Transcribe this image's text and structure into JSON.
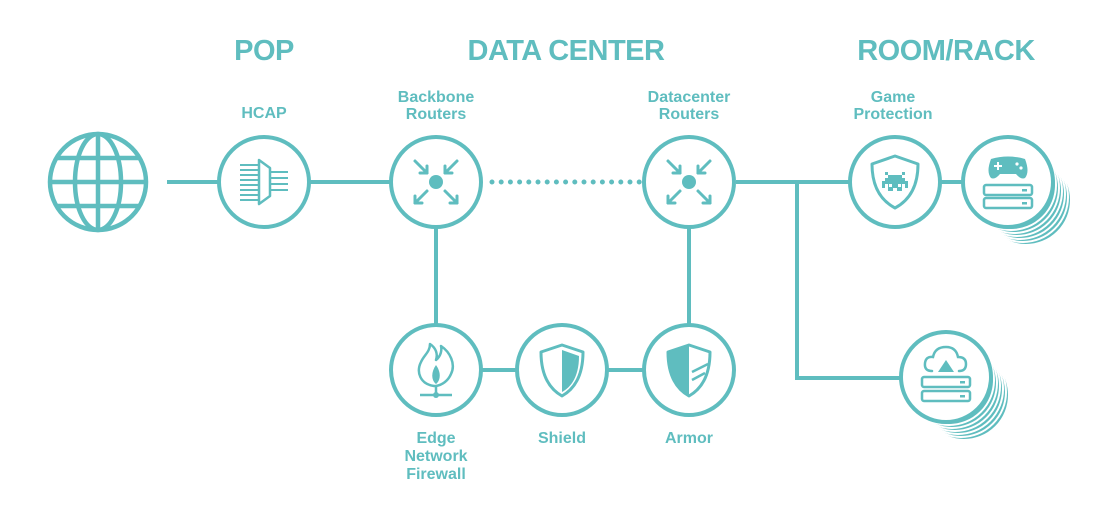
{
  "sections": {
    "pop": "POP",
    "data_center": "DATA CENTER",
    "room_rack": "ROOM/RACK"
  },
  "nodes": {
    "hcap": "HCAP",
    "backbone_routers": [
      "Backbone",
      "Routers"
    ],
    "datacenter_routers": [
      "Datacenter",
      "Routers"
    ],
    "game_protection": [
      "Game",
      "Protection"
    ],
    "edge_network_firewall": [
      "Edge",
      "Network",
      "Firewall"
    ],
    "shield": "Shield",
    "armor": "Armor"
  },
  "icons": {
    "internet": "globe-icon",
    "hcap": "filter-funnel-icon",
    "backbone_routers": "router-arrows-icon",
    "datacenter_routers": "router-arrows-icon",
    "game_protection": "shield-invader-icon",
    "game_server_stack": "gamepad-server-icon",
    "cloud_server_stack": "cloud-upload-server-icon",
    "edge_network_firewall": "flame-network-icon",
    "shield": "shield-icon",
    "armor": "armored-shield-icon"
  },
  "colors": {
    "accent": "#5fbdbf",
    "background": "#ffffff"
  }
}
